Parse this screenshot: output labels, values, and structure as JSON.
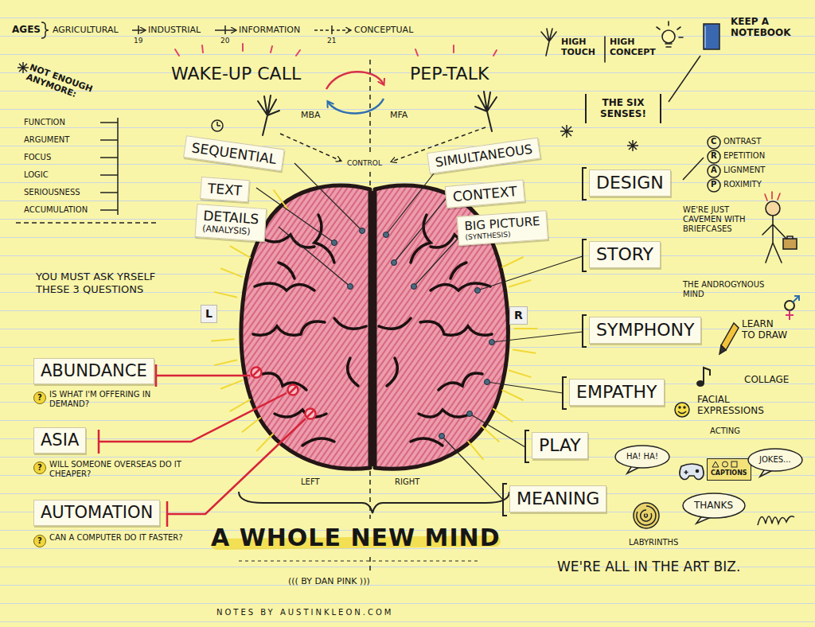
{
  "diagram": {
    "title": "A WHOLE NEW MIND",
    "caption": "NOTES BY AUSTINKLEON.COM",
    "nodes": [
      {
        "text": [
          "SEQUENTIAL"
        ]
      },
      {
        "text": [
          "TEXT"
        ]
      },
      {
        "text": [
          "DETAILS",
          "(ANALYSIS)"
        ]
      },
      {
        "text": [
          "SIMULTANEOUS"
        ]
      },
      {
        "text": [
          "CONTEXT"
        ]
      },
      {
        "text": [
          "BIG PICTURE",
          "(SYNTHESIS)"
        ]
      },
      {
        "text": [
          "THE SIX SENSES!"
        ]
      },
      {
        "text": [
          "DESIGN"
        ]
      },
      {
        "text": [
          "STORY"
        ]
      },
      {
        "text": [
          "SYMPHONY"
        ]
      },
      {
        "text": [
          "L"
        ]
      },
      {
        "text": [
          "R"
        ]
      },
      {
        "text": [
          "EMPATHY"
        ]
      },
      {
        "text": [
          "PLAY"
        ]
      },
      {
        "text": [
          "MEANING"
        ]
      },
      {
        "text": [
          "ABUNDANCE"
        ]
      },
      {
        "text": [
          "ASIA"
        ]
      },
      {
        "text": [
          "AUTOMATION"
        ]
      },
      {
        "text": [
          "HA! HA!"
        ]
      },
      {
        "text": [
          "CAPTIONS"
        ]
      },
      {
        "text": [
          "JOKES..."
        ]
      },
      {
        "text": [
          "THANKS"
        ]
      }
    ],
    "labels": [
      "AGES",
      "AGRICULTURAL",
      "INDUSTRIAL",
      "INFORMATION",
      "CONCEPTUAL",
      "19",
      "20",
      "21",
      "NOT ENOUGH ANYMORE:",
      "FUNCTION",
      "ARGUMENT",
      "FOCUS",
      "LOGIC",
      "SERIOUSNESS",
      "ACCUMULATION",
      "WAKE-UP CALL",
      "PEP-TALK",
      "MBA",
      "MFA",
      "CONTROL",
      "HIGH TOUCH",
      "HIGH CONCEPT",
      "KEEP A NOTEBOOK",
      "C",
      "ONTRAST",
      "R",
      "EPETITION",
      "A",
      "LIGNMENT",
      "P",
      "ROXIMITY",
      "WE'RE JUST CAVEMEN WITH BRIEFCASES",
      "THE ANDROGYNOUS MIND",
      "LEARN TO DRAW",
      "COLLAGE",
      "FACIAL EXPRESSIONS",
      "ACTING",
      "YOU MUST ASK YRSELF THESE 3 QUESTIONS",
      "?",
      "IS WHAT I'M OFFERING IN DEMAND?",
      "?",
      "WILL SOMEONE OVERSEAS DO IT CHEAPER?",
      "?",
      "CAN A COMPUTER DO IT FASTER?",
      "LEFT",
      "RIGHT",
      "LABYRINTHS",
      "((( BY DAN PINK )))",
      "WE'RE ALL IN THE ART BIZ."
    ]
  }
}
